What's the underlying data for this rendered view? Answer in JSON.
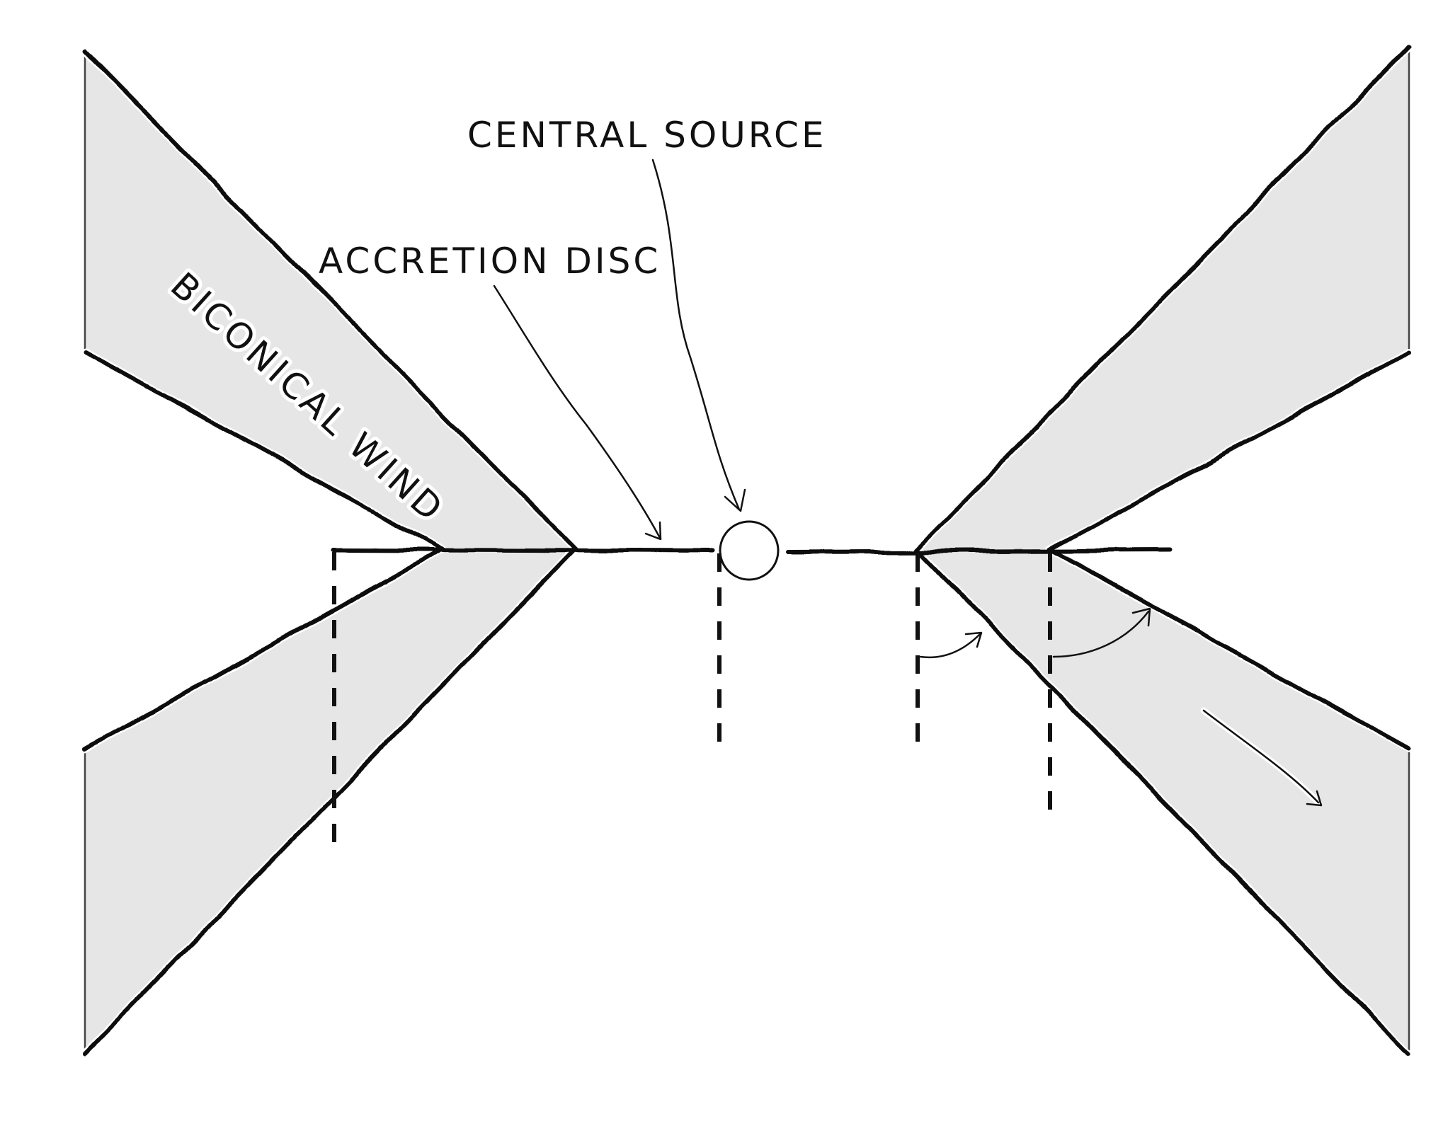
{
  "diagram": {
    "title": "",
    "labels": {
      "central_source": "CENTRAL SOURCE",
      "accretion_disc": "ACCRETION DISC",
      "biconical_wind": "BICONICAL WIND"
    },
    "colors": {
      "wind_fill": "#e6e6e6",
      "ink": "#111111",
      "background": "#ffffff"
    }
  }
}
